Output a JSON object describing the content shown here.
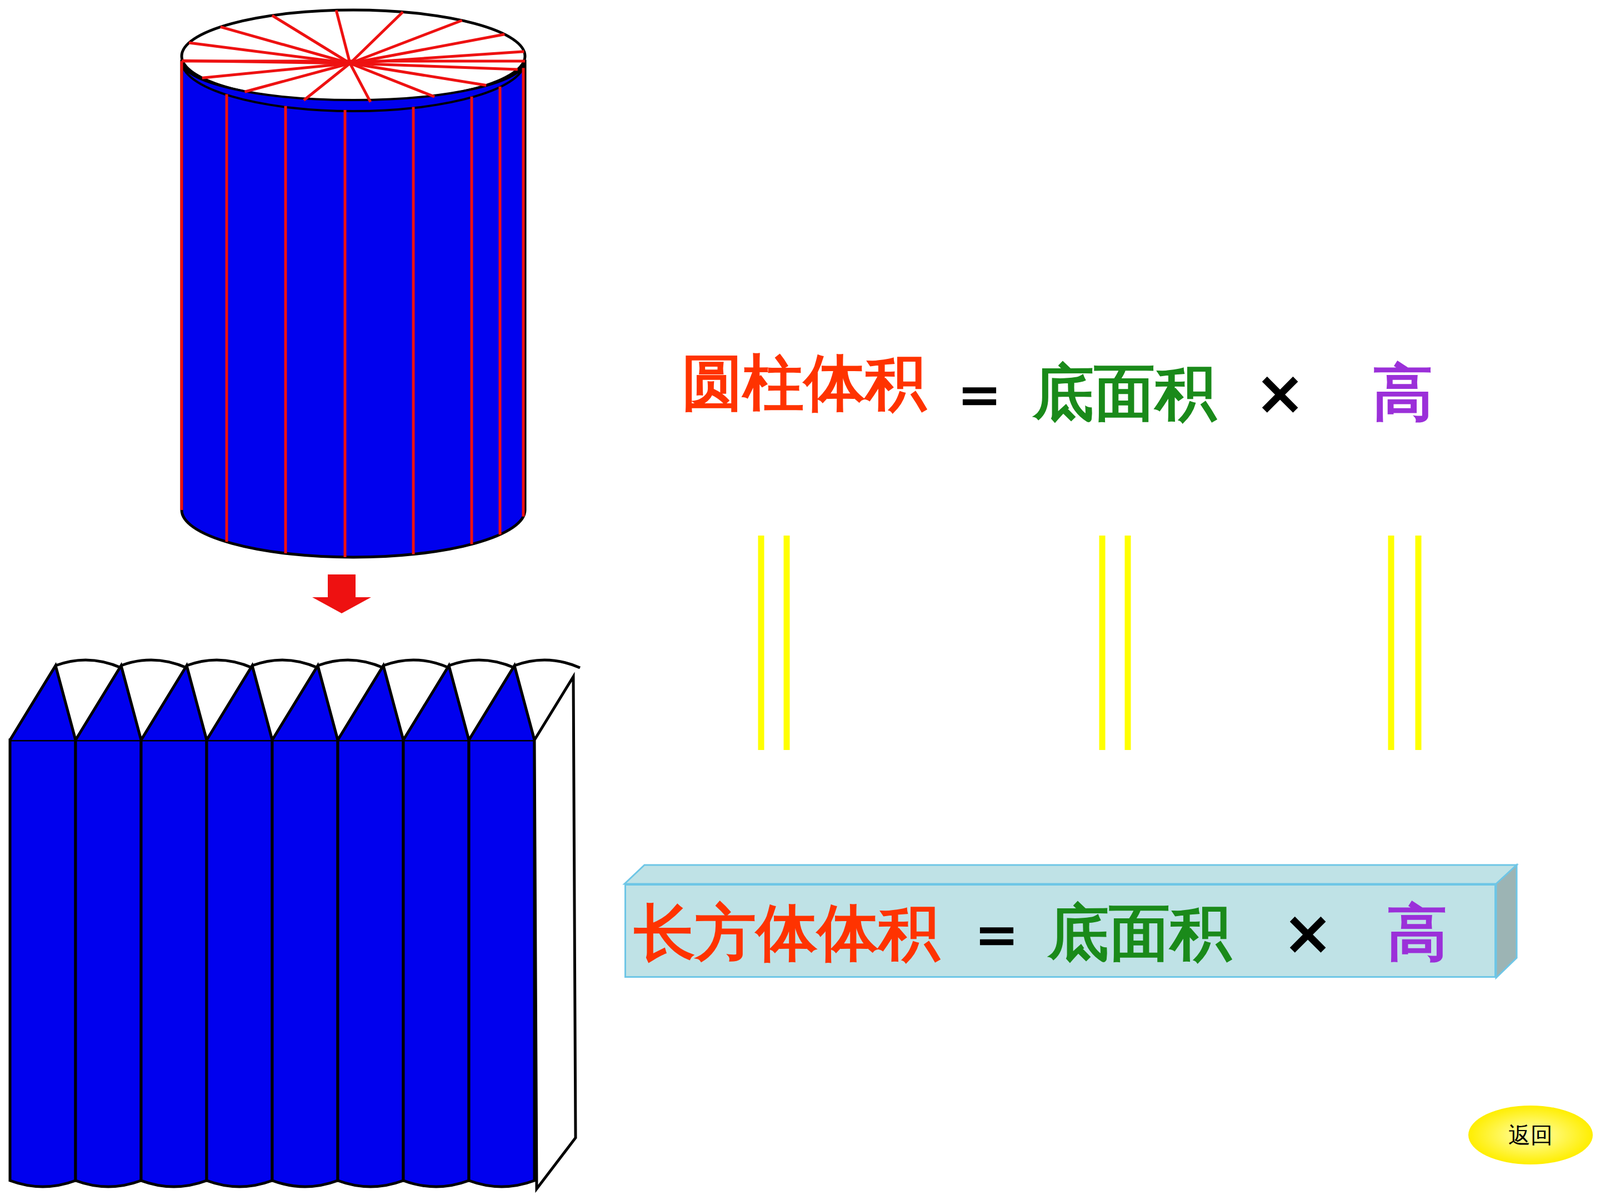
{
  "diagram": {
    "nodes": [
      {
        "text": [
          "长方体体积",
          "＝",
          "底面积",
          "×",
          "高"
        ]
      },
      {
        "text": [
          "返回"
        ]
      }
    ],
    "labels": [
      "圆柱体积",
      "＝",
      "底面积",
      "×",
      "高"
    ]
  }
}
